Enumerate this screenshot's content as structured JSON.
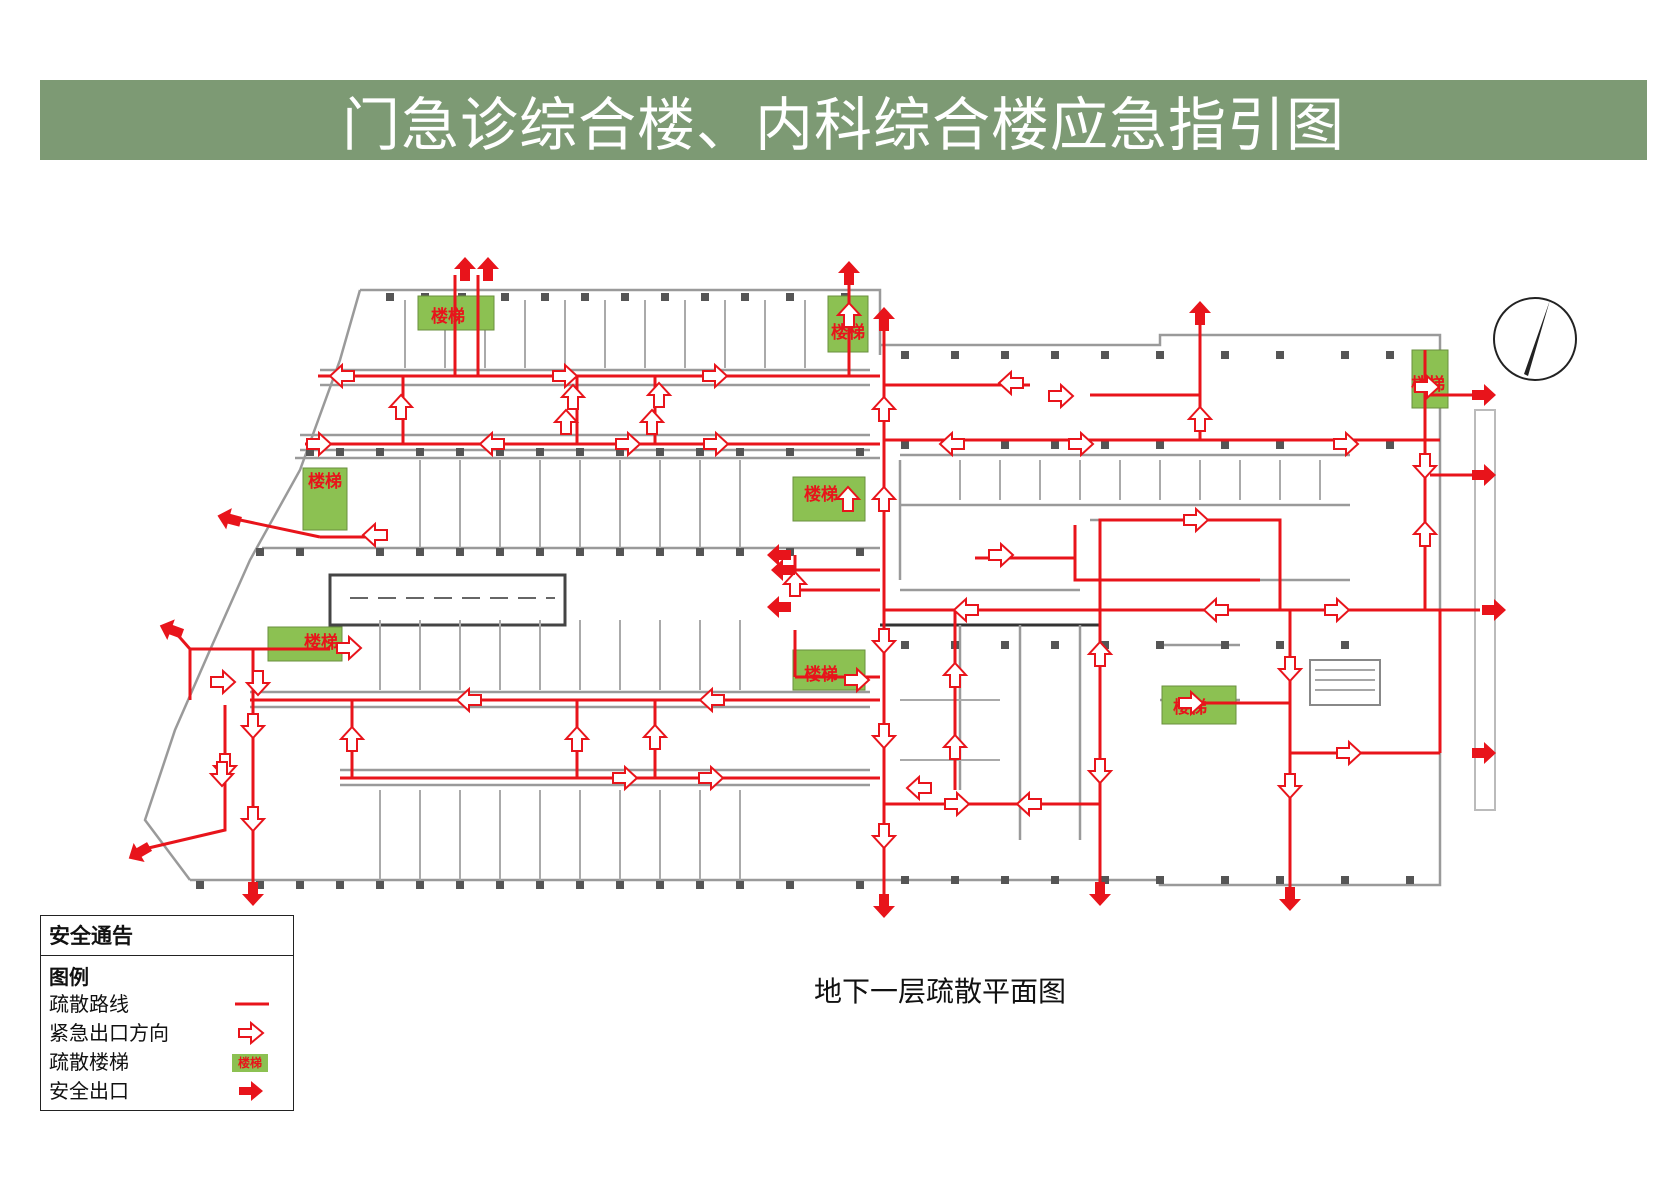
{
  "title": "门急诊综合楼、内科综合楼应急指引图",
  "floor_caption": "地下一层疏散平面图",
  "colors": {
    "title_bar": "#7d9a74",
    "evacuation_route": "#e8141b",
    "stair_fill": "#8cc152",
    "wall": "#9a9a9a",
    "column": "#555555"
  },
  "stair_label": "楼梯",
  "notice": {
    "title": "安全通告",
    "legend_title": "图例",
    "items": [
      {
        "label": "疏散路线",
        "icon": "red-line"
      },
      {
        "label": "紧急出口方向",
        "icon": "hollow-arrow-right"
      },
      {
        "label": "疏散楼梯",
        "icon": "green-stair-chip",
        "chip_text": "楼梯"
      },
      {
        "label": "安全出口",
        "icon": "solid-arrow-right"
      }
    ]
  },
  "north_arrow_icon": "north-arrow-icon"
}
